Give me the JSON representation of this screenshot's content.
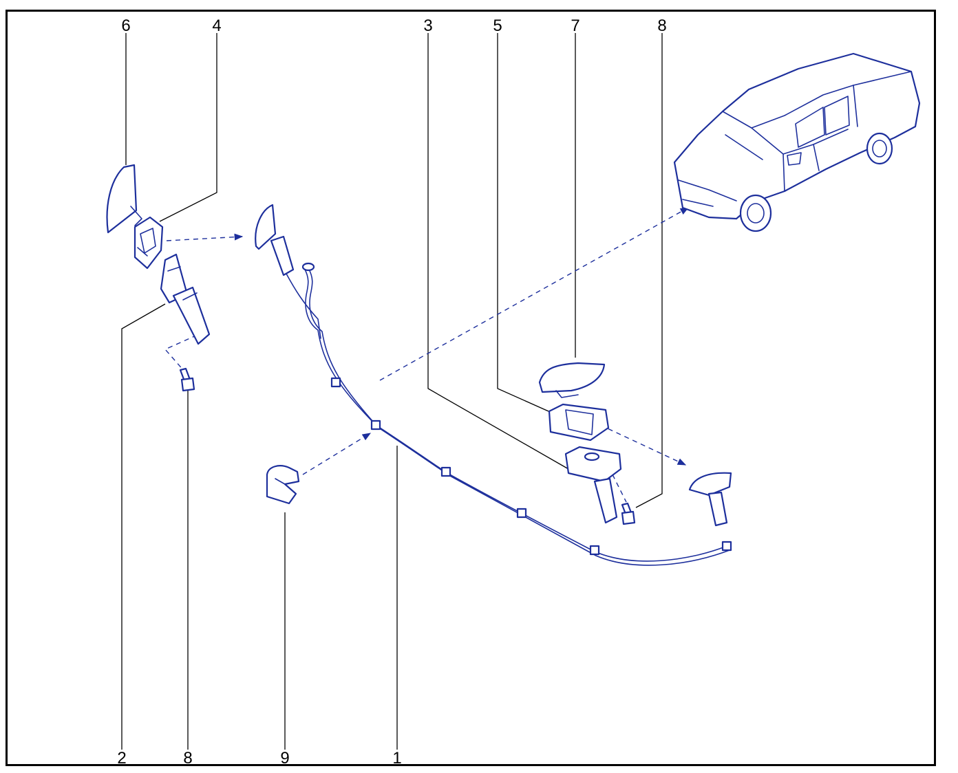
{
  "callouts": {
    "top_6": "6",
    "top_4": "4",
    "top_3": "3",
    "top_5": "5",
    "top_7": "7",
    "top_8": "8",
    "bottom_2": "2",
    "bottom_8": "8",
    "bottom_9": "9",
    "bottom_1": "1"
  },
  "colors": {
    "line_art": "#1d2f9c",
    "leader": "#000000",
    "frame": "#000000"
  }
}
